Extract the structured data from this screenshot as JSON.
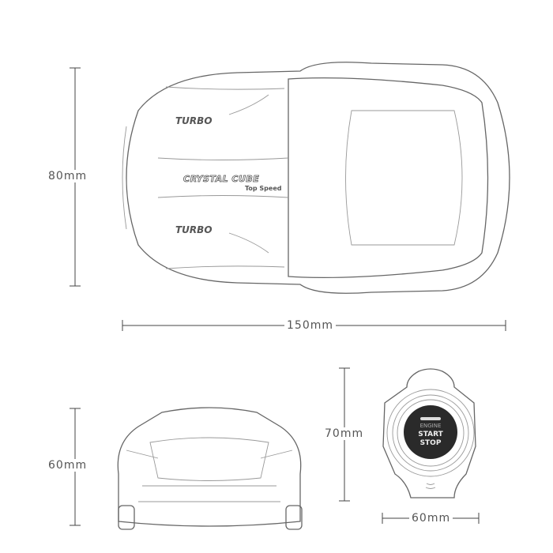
{
  "dimensions": {
    "car_top_height": "80mm",
    "car_top_length": "150mm",
    "car_front_height": "60mm",
    "controller_height": "70mm",
    "controller_width": "60mm"
  },
  "car_decals": {
    "turbo_top": "TURBO",
    "turbo_bottom": "TURBO",
    "brand": "CRYSTAL CUBE",
    "tagline": "Top Speed"
  },
  "controller_button": {
    "line1": "ENGINE",
    "line2": "START",
    "line3": "STOP"
  },
  "colors": {
    "button": "#2a2a2a",
    "sketch": "#666666"
  }
}
